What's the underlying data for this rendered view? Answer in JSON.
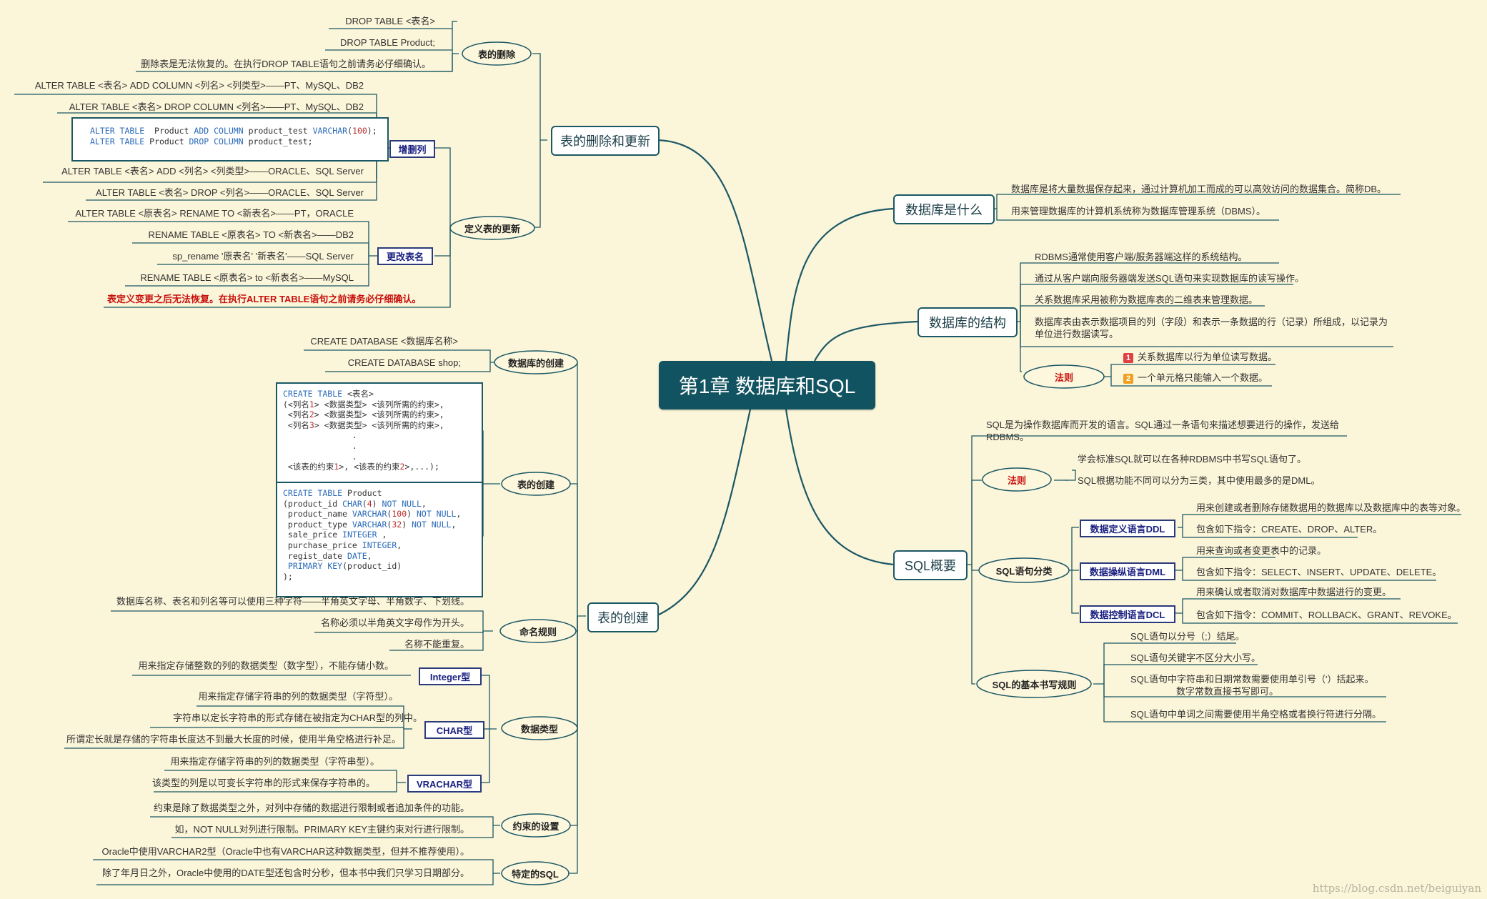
{
  "root": "第1章 数据库和SQL",
  "right": {
    "what": {
      "title": "数据库是什么",
      "items": [
        "数据库是将大量数据保存起来，通过计算机加工而成的可以高效访问的数据集合。简称DB。",
        "用来管理数据库的计算机系统称为数据库管理系统（DBMS）。"
      ]
    },
    "structure": {
      "title": "数据库的结构",
      "items": [
        "RDBMS通常使用客户端/服务器端这样的系统结构。",
        "通过从客户端向服务器端发送SQL语句来实现数据库的读写操作。",
        "关系数据库采用被称为数据库表的二维表来管理数据。",
        "数据库表由表示数据项目的列（字段）和表示一条数据的行（记录）所组成，以记录为单位进行数据读写。"
      ],
      "rules_label": "法则",
      "rules": [
        {
          "num": "1",
          "text": "关系数据库以行为单位读写数据。",
          "color": "#e04040"
        },
        {
          "num": "2",
          "text": "一个单元格只能输入一个数据。",
          "color": "#f0a020"
        }
      ]
    },
    "sql": {
      "title": "SQL概要",
      "intro": "SQL是为操作数据库而开发的语言。SQL通过一条语句来描述想要进行的操作，发送给RDBMS。",
      "rules_label": "法则",
      "rules": [
        "学会标准SQL就可以在各种RDBMS中书写SQL语句了。",
        "SQL根据功能不同可以分为三类，其中使用最多的是DML。"
      ],
      "classify_label": "SQL语句分类",
      "classes": [
        {
          "name": "数据定义语言DDL",
          "desc": "用来创建或者删除存储数据用的数据库以及数据库中的表等对象。",
          "cmds": "包含如下指令：CREATE、DROP、ALTER。"
        },
        {
          "name": "数据操纵语言DML",
          "desc": "用来查询或者变更表中的记录。",
          "cmds": "包含如下指令：SELECT、INSERT、UPDATE、DELETE。"
        },
        {
          "name": "数据控制语言DCL",
          "desc": "用来确认或者取消对数据库中数据进行的变更。",
          "cmds": "包含如下指令：COMMIT、ROLLBACK、GRANT、REVOKE。"
        }
      ],
      "basic_label": "SQL的基本书写规则",
      "basic": [
        "SQL语句以分号（;）结尾。",
        "SQL语句关键字不区分大小写。",
        "SQL语句中字符串和日期常数需要使用单引号（'）括起来。",
        "数字常数直接书写即可。",
        "SQL语句中单词之间需要使用半角空格或者换行符进行分隔。"
      ]
    }
  },
  "left_top": {
    "title": "表的删除和更新",
    "delete_label": "表的删除",
    "delete_items": [
      "DROP TABLE <表名>",
      "DROP TABLE Product;",
      "删除表是无法恢复的。在执行DROP TABLE语句之前请务必仔细确认。"
    ],
    "update_label": "定义表的更新",
    "add_col_label": "增删列",
    "add_col_items": [
      "ALTER TABLE <表名> ADD COLUMN <列名> <列类型>——PT、MySQL、DB2",
      "ALTER TABLE <表名> DROP COLUMN <列名>——PT、MySQL、DB2",
      "ALTER TABLE <表名> ADD  <列名> <列类型>——ORACLE、SQL Server",
      "ALTER TABLE <表名> DROP  <列名>——ORACLE、SQL Server"
    ],
    "rename_label": "更改表名",
    "rename_items": [
      "ALTER TABLE <原表名> RENAME TO <新表名>——PT，ORACLE",
      "RENAME TABLE <原表名>  TO <新表名>——DB2",
      "sp_rename '原表名'  '新表名'——SQL Server",
      "RENAME TABLE <原表名>  to <新表名>——MySQL"
    ],
    "warning": "表定义变更之后无法恢复。在执行ALTER TABLE语句之前请务必仔细确认。"
  },
  "left_bottom": {
    "title": "表的创建",
    "db_create_label": "数据库的创建",
    "db_create_items": [
      "CREATE DATABASE <数据库名称>",
      "CREATE DATABASE shop;"
    ],
    "table_create_label": "表的创建",
    "naming_label": "命名规则",
    "naming_items": [
      "数据库名称、表名和列名等可以使用三种字符——半角英文字母、半角数字、下划线。",
      "名称必须以半角英文字母作为开头。",
      "名称不能重复。"
    ],
    "types_label": "数据类型",
    "types": [
      {
        "name": "Integer型",
        "items": [
          "用来指定存储整数的列的数据类型（数字型），不能存储小数。"
        ]
      },
      {
        "name": "CHAR型",
        "items": [
          "用来指定存储字符串的列的数据类型（字符型）。",
          "字符串以定长字符串的形式存储在被指定为CHAR型的列中。",
          "所谓定长就是存储的字符串长度达不到最大长度的时候，使用半角空格进行补足。"
        ]
      },
      {
        "name": "VRACHAR型",
        "items": [
          "用来指定存储字符串的列的数据类型（字符串型）。",
          "该类型的列是以可变长字符串的形式来保存字符串的。"
        ]
      }
    ],
    "constraint_label": "约束的设置",
    "constraint_items": [
      "约束是除了数据类型之外，对列中存储的数据进行限制或者追加条件的功能。",
      "如，NOT NULL对列进行限制。PRIMARY KEY主键约束对行进行限制。"
    ],
    "special_label": "特定的SQL",
    "special_items": [
      "Oracle中使用VARCHAR2型（Oracle中也有VARCHAR这种数据类型，但并不推荐使用）。",
      "除了年月日之外，Oracle中使用的DATE型还包含时分秒，但本书中我们只学习日期部分。"
    ]
  },
  "code": {
    "alter": [
      "ALTER TABLE  Product ADD COLUMN product_test VARCHAR(100);",
      "ALTER TABLE Product DROP COLUMN product_test;"
    ],
    "create_generic": [
      "CREATE TABLE <表名>",
      "(<列名1> <数据类型> <该列所需的约束>,",
      " <列名2> <数据类型> <该列所需的约束>,",
      " <列名3> <数据类型> <该列所需的约束>,",
      "              .",
      "              .",
      "              .",
      " <该表的约束1>, <该表的约束2>,...);"
    ],
    "create_product": [
      "CREATE TABLE Product",
      "(product_id CHAR(4) NOT NULL,",
      " product_name VARCHAR(100) NOT NULL,",
      " product_type VARCHAR(32) NOT NULL,",
      " sale_price INTEGER ,",
      " purchase_price INTEGER,",
      " regist_date DATE,",
      " PRIMARY KEY(product_id)",
      ");"
    ]
  },
  "watermark": "https://blog.csdn.net/beiguiyan",
  "colors": {
    "background": "#fbf5d9",
    "root": "#115361",
    "branch": "#1b5866",
    "accent_red": "#c8100c",
    "box_text": "#1a2080"
  }
}
